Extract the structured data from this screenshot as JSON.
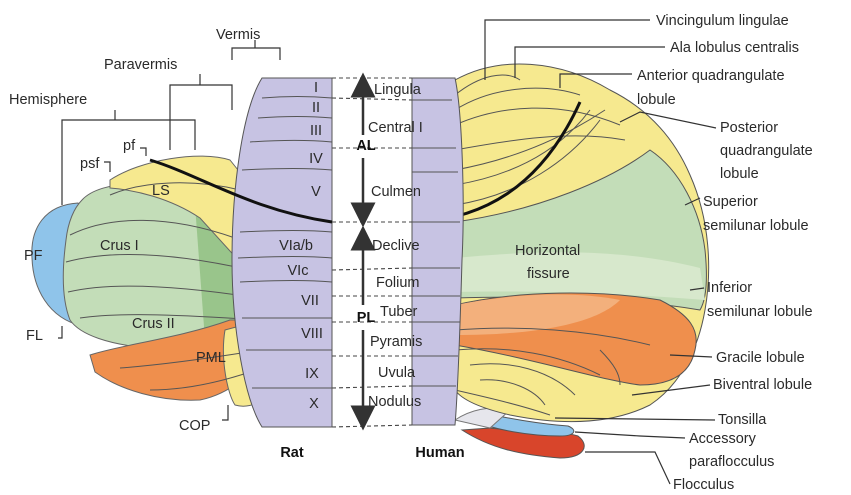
{
  "colors": {
    "vermis": "#c7c3e3",
    "hemisphere_green": "#c3ddb8",
    "hemisphere_dark_green": "#8fbf80",
    "yellow": "#f6e98f",
    "orange": "#ef8f4d",
    "blue": "#8fc4ea",
    "red": "#d8452b"
  },
  "rat": {
    "caption": "Rat",
    "top_labels": {
      "vermis": "Vermis",
      "paravermis": "Paravermis",
      "hemisphere": "Hemisphere"
    },
    "region_labels": {
      "pf": "pf",
      "psf": "psf",
      "ls": "LS",
      "pf_big": "PF",
      "crus1": "Crus I",
      "crus2": "Crus II",
      "fl": "FL",
      "pml": "PML",
      "cop": "COP"
    },
    "lobules": [
      "I",
      "II",
      "III",
      "IV",
      "V",
      "VIa/b",
      "VIc",
      "VII",
      "VIII",
      "IX",
      "X"
    ]
  },
  "center": {
    "lobules": [
      "Lingula",
      "Central I",
      "Culmen",
      "Declive",
      "Folium",
      "Tuber",
      "Pyramis",
      "Uvula",
      "Nodulus"
    ],
    "al": "AL",
    "pl": "PL"
  },
  "human": {
    "caption": "Human",
    "fissure": [
      "Horizontal",
      "fissure"
    ],
    "labels": [
      "Vincingulum lingulae",
      "Ala lobulus centralis",
      "Anterior quadrangulate",
      "lobule",
      "Posterior",
      "quadrangulate",
      "lobule",
      "Superior",
      "semilunar lobule",
      "Inferior",
      "semilunar lobule",
      "Gracile lobule",
      "Biventral lobule",
      "Tonsilla",
      "Accessory",
      "paraflocculus",
      "Flocculus"
    ]
  }
}
